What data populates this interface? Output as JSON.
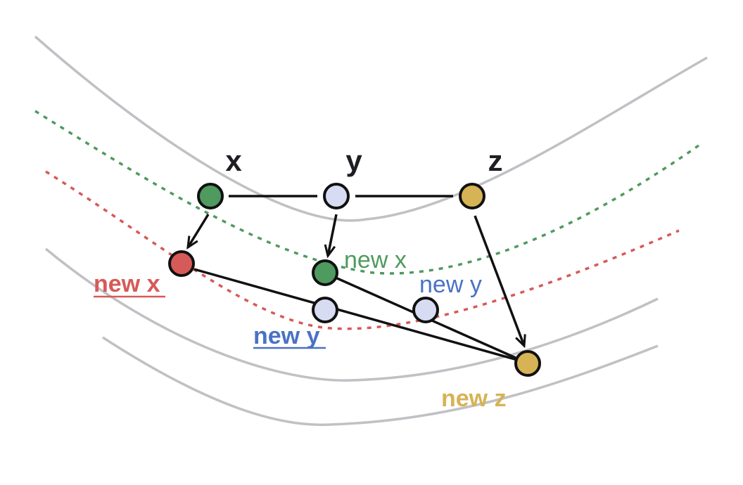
{
  "colors": {
    "contour": "#c0c0c5",
    "green": "#4f9a5f",
    "red": "#d65a57",
    "blue": "#4a72c4",
    "lavender": "#d8dcf2",
    "gold": "#d6b354",
    "black": "#111111"
  },
  "labels": {
    "x": "x",
    "y": "y",
    "z": "z",
    "new_x_green": "new x",
    "new_y_plain": "new y",
    "new_x_red": "new x",
    "new_y_bold": "new y",
    "new_z": "new z"
  }
}
